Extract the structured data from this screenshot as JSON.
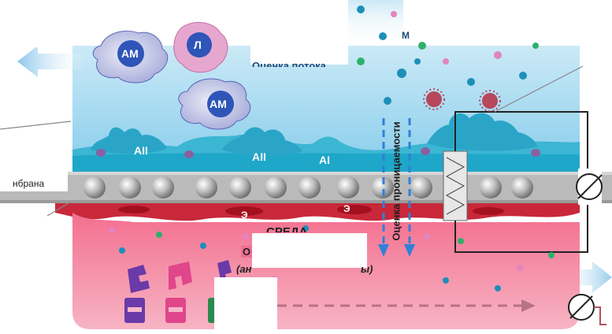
{
  "labels": {
    "am_left": "AM",
    "l_cell": "Л",
    "am_mid": "AM",
    "a2_left": "AII",
    "a2_mid": "AII",
    "a1": "AI",
    "e_left": "Э",
    "e_right": "Э",
    "membrane_partial": "нбрана",
    "flow_assessment": "Оценка потока",
    "permeability_assessment": "Оценка проницаемости",
    "m_partial": "М",
    "medium_partial": "СРЕДА",
    "anti_partial": "О",
    "anti_partial2": "(ан",
    "anti_partial3": "ы)"
  },
  "colors": {
    "air_top": "#d2edf8",
    "air_bottom": "#7cc8e9",
    "epithelium": "#2ab0cf",
    "membrane": "#b9b9b9",
    "pore": "#8e8e8e",
    "endothelium": "#d12d3c",
    "medium": "#f08fa7",
    "arrow_blue": "#2d7fd3",
    "circuit": "#222222"
  }
}
